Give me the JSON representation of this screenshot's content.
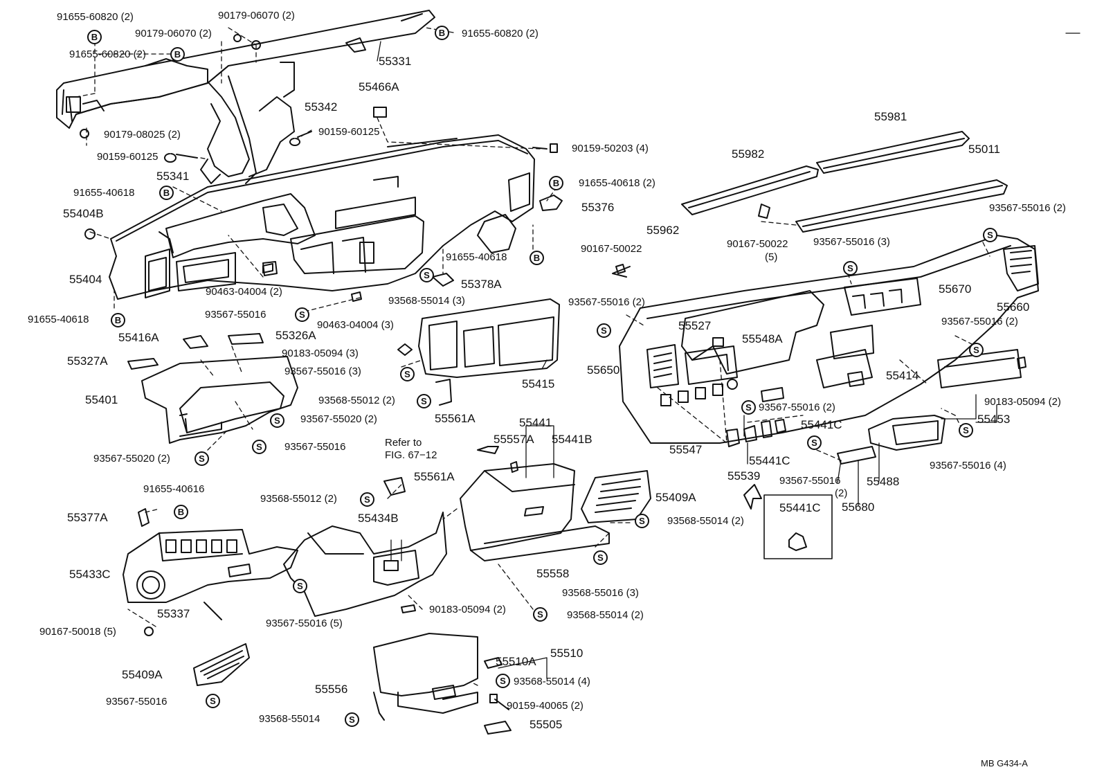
{
  "symbols": {
    "b": "B",
    "s": "S"
  },
  "refnote": {
    "line1": "Refer to",
    "line2": "FIG. 67−12"
  },
  "footer": "MB  G434-A",
  "labels": [
    "91655-60820 (2)",
    "90179-06070 (2)",
    "90179-06070 (2)",
    "91655-60820 (2)",
    "91655-60820 (2)",
    "55331",
    "55342",
    "90179-08025 (2)",
    "90159-60125",
    "90159-60125",
    "55341",
    "91655-40618",
    "55404B",
    "55404",
    "91655-40618",
    "55466A",
    "90159-50203 (4)",
    "91655-40618 (2)",
    "55376",
    "91655-40618",
    "90463-04004 (2)",
    "90463-04004 (3)",
    "93567-55016",
    "93568-55014 (3)",
    "55378A",
    "55416A",
    "55326A",
    "55327A",
    "90183-05094 (3)",
    "93567-55016 (3)",
    "55415",
    "55401",
    "93568-55012 (2)",
    "55561A",
    "93567-55020 (2)",
    "93567-55016",
    "93567-55020 (2)",
    "55441",
    "55557A",
    "55441B",
    "55561A",
    "93568-55012 (2)",
    "55434B",
    "55409A",
    "93568-55014 (2)",
    "91655-40616",
    "55377A",
    "55433C",
    "55558",
    "93568-55016 (3)",
    "55337",
    "90183-05094 (2)",
    "93568-55014 (2)",
    "93567-55016 (5)",
    "90167-50018 (5)",
    "55510A",
    "55510",
    "55409A",
    "93568-55014 (4)",
    "93567-55016",
    "55556",
    "90159-40065 (2)",
    "93568-55014",
    "55505",
    "55981",
    "55982",
    "55011",
    "93567-55016 (2)",
    "90167-50022",
    "55962",
    "90167-50022",
    "(5)",
    "93567-55016 (3)",
    "55670",
    "55660",
    "93567-55016 (2)",
    "55527",
    "55548A",
    "55650",
    "93567-55016 (2)",
    "55414",
    "93567-55016 (2)",
    "90183-05094 (2)",
    "55453",
    "55441C",
    "55547",
    "55441C",
    "55539",
    "93567-55016",
    "(2)",
    "55488",
    "55680",
    "93567-55016 (4)",
    "55441C"
  ]
}
